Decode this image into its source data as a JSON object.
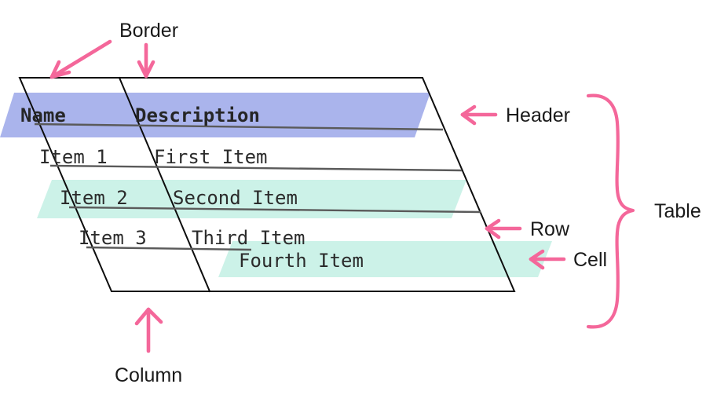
{
  "diagram": {
    "title": "HTML table anatomy diagram",
    "colors": {
      "header_band": "#aab4ec",
      "row_band": "#ccf2e8",
      "cell_band": "#ccf2e8",
      "frame": "#0d0d0d",
      "rule": "#5a5a5a",
      "annotation": "#f4679a",
      "text": "#2b2b2b",
      "background": "#ffffff"
    }
  },
  "table": {
    "columns": [
      "Name",
      "Description"
    ],
    "rows": [
      {
        "name": "Item 1",
        "description": "First Item"
      },
      {
        "name": "Item 2",
        "description": "Second Item"
      },
      {
        "name": "Item 3",
        "description": "Third Item"
      }
    ],
    "floating_cell": "Fourth Item"
  },
  "annotations": {
    "border": "Border",
    "header": "Header",
    "row": "Row",
    "cell": "Cell",
    "table": "Table",
    "column": "Column"
  }
}
